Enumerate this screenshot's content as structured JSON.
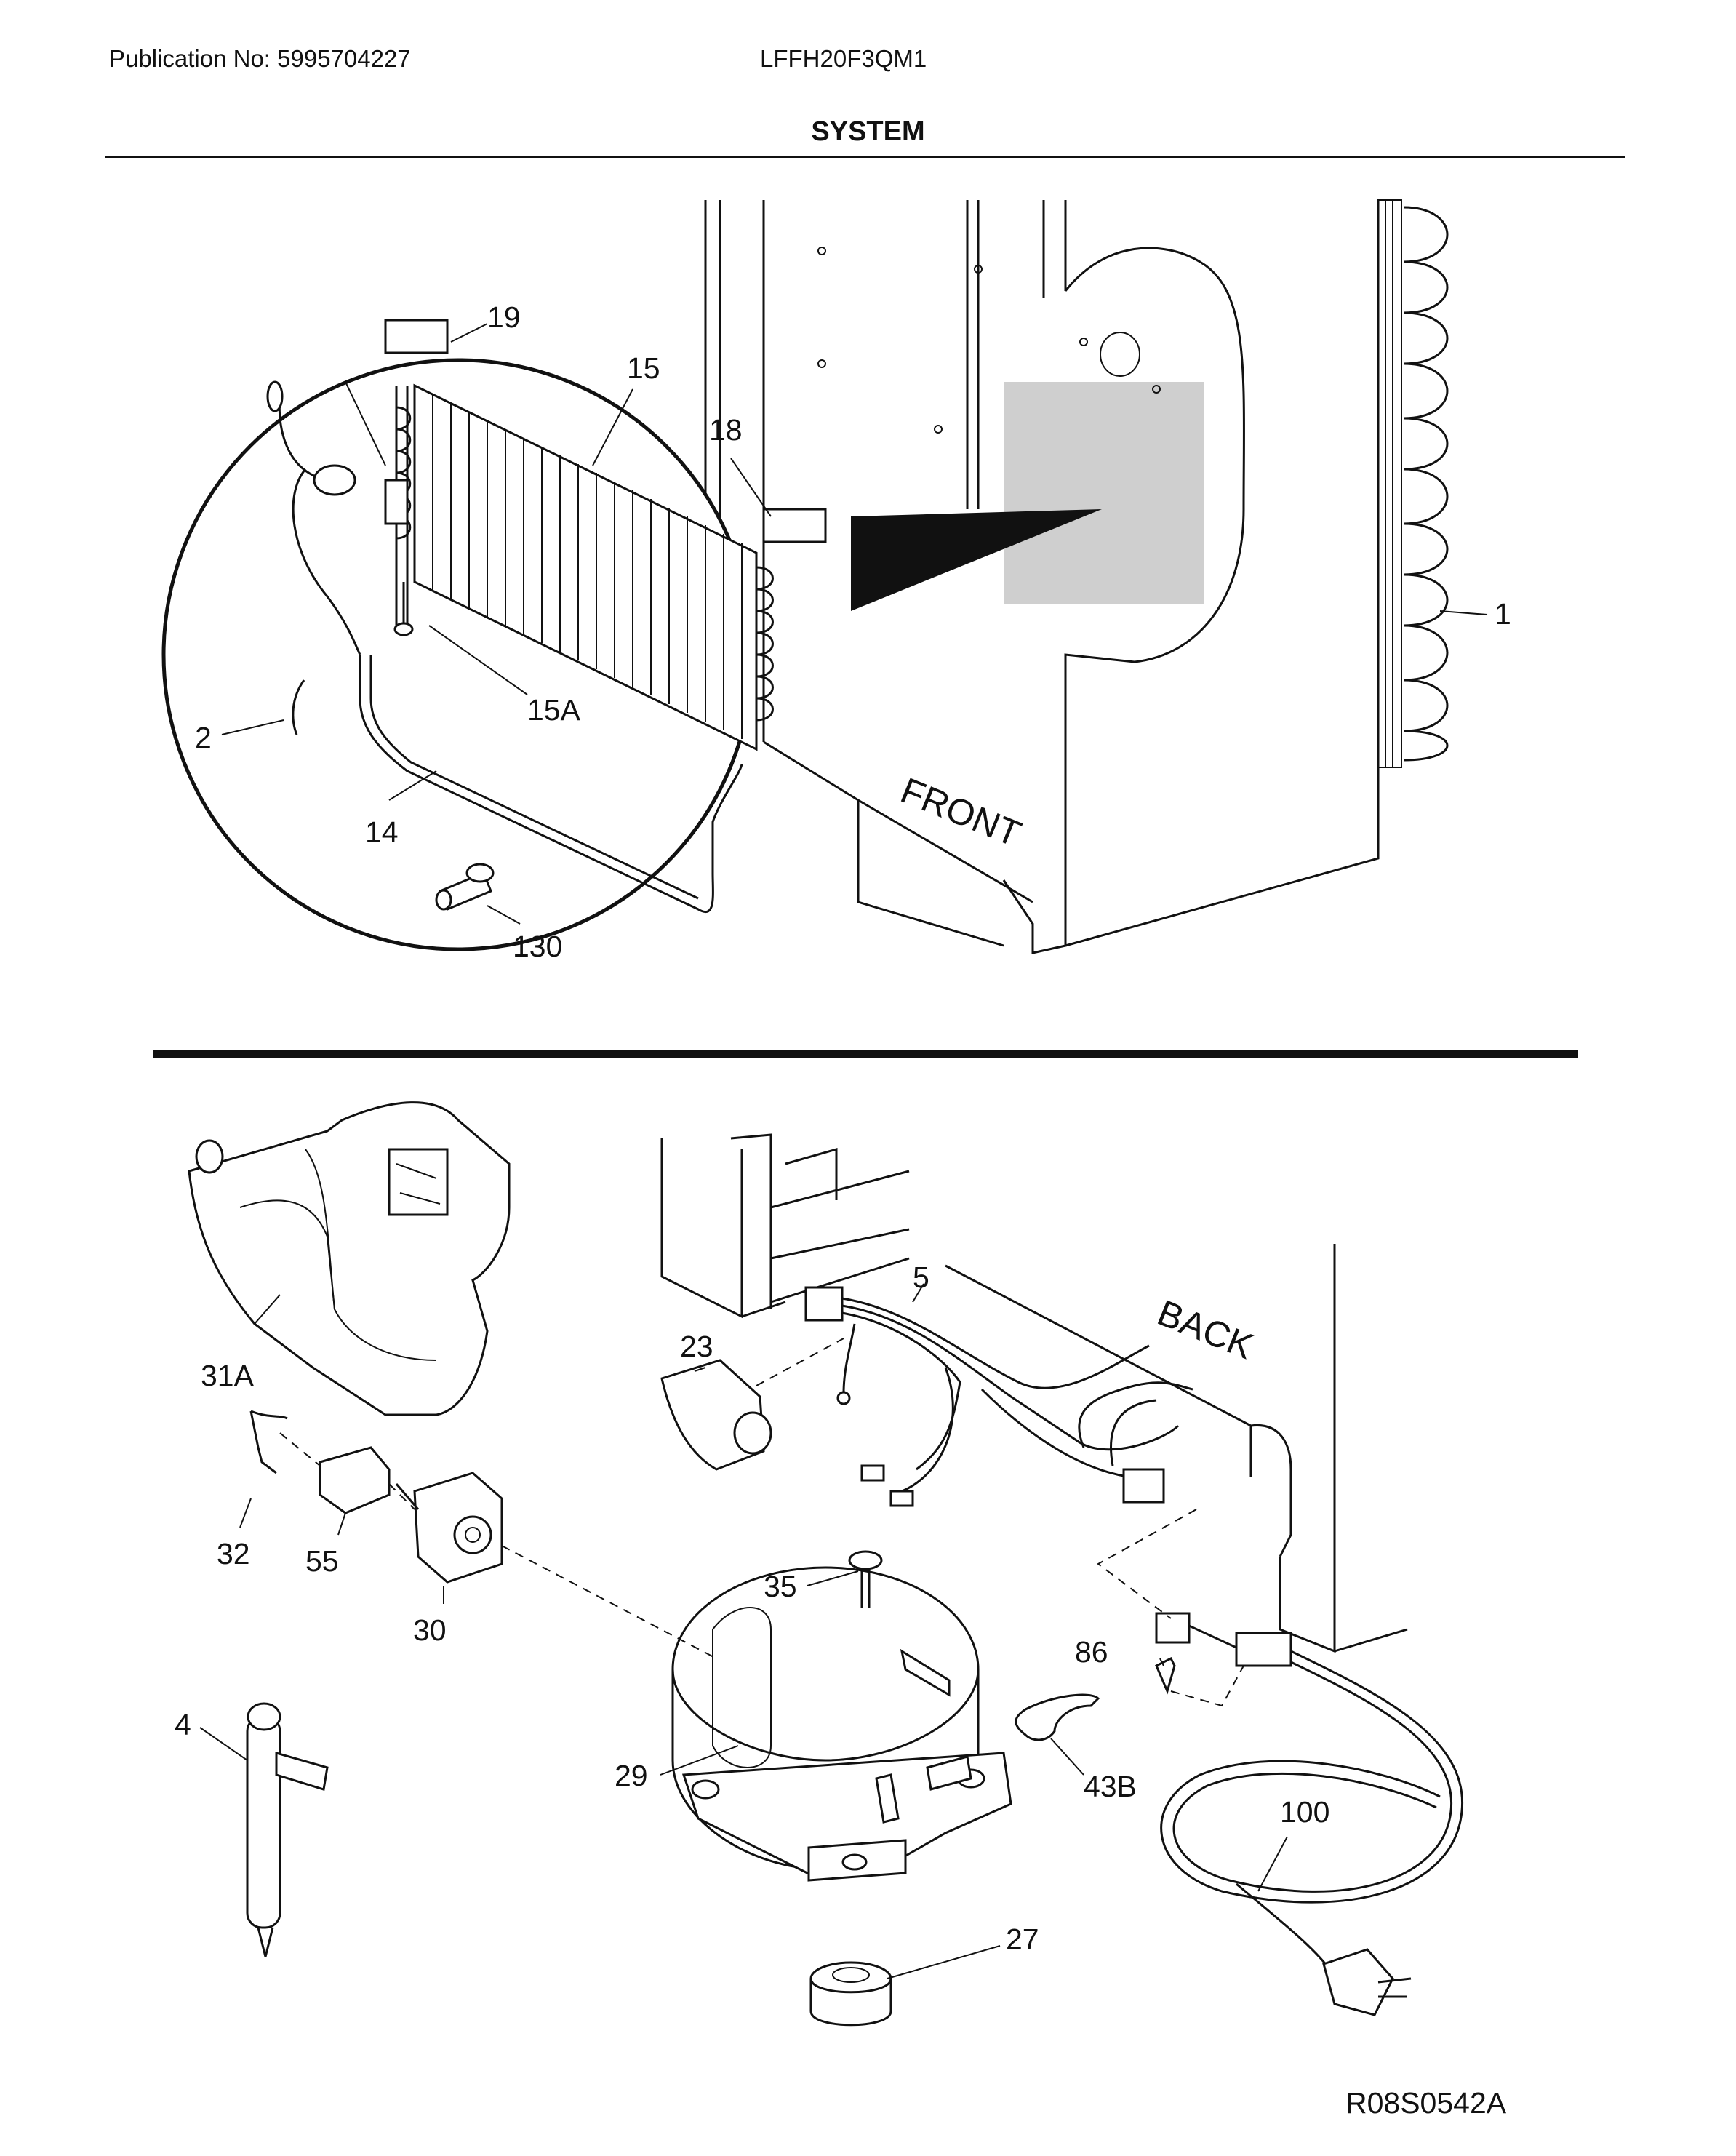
{
  "header": {
    "publication": "Publication No: 5995704227",
    "model": "LFFH20F3QM1",
    "section_title": "SYSTEM"
  },
  "diagram": {
    "orientation_labels": {
      "front": "FRONT",
      "back": "BACK"
    },
    "callouts": {
      "c19": "19",
      "c15": "15",
      "c18": "18",
      "c1": "1",
      "c2": "2",
      "c15A": "15A",
      "c14": "14",
      "c130": "130",
      "c31A": "31A",
      "c5": "5",
      "c23": "23",
      "c32": "32",
      "c55": "55",
      "c30": "30",
      "c35": "35",
      "c86": "86",
      "c4": "4",
      "c29": "29",
      "c43B": "43B",
      "c100": "100",
      "c27": "27"
    },
    "drawing_code": "R08S0542A"
  }
}
